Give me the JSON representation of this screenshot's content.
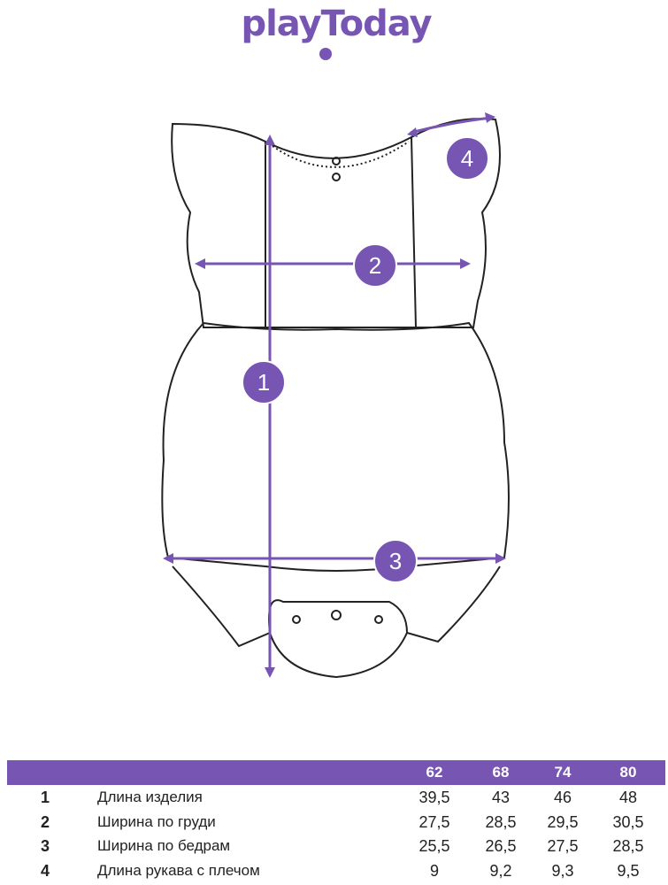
{
  "brand": {
    "logo_text": "playToday",
    "accent": "#7755b3"
  },
  "markers": [
    "1",
    "2",
    "3",
    "4"
  ],
  "table": {
    "sizes": [
      "62",
      "68",
      "74",
      "80"
    ],
    "rows": [
      {
        "num": "1",
        "label": "Длина изделия",
        "values": [
          "39,5",
          "43",
          "46",
          "48"
        ]
      },
      {
        "num": "2",
        "label": "Ширина по груди",
        "values": [
          "27,5",
          "28,5",
          "29,5",
          "30,5"
        ]
      },
      {
        "num": "3",
        "label": "Ширина по бедрам",
        "values": [
          "25,5",
          "26,5",
          "27,5",
          "28,5"
        ]
      },
      {
        "num": "4",
        "label": "Длина рукава с плечом",
        "values": [
          "9",
          "9,2",
          "9,3",
          "9,5"
        ]
      }
    ]
  }
}
